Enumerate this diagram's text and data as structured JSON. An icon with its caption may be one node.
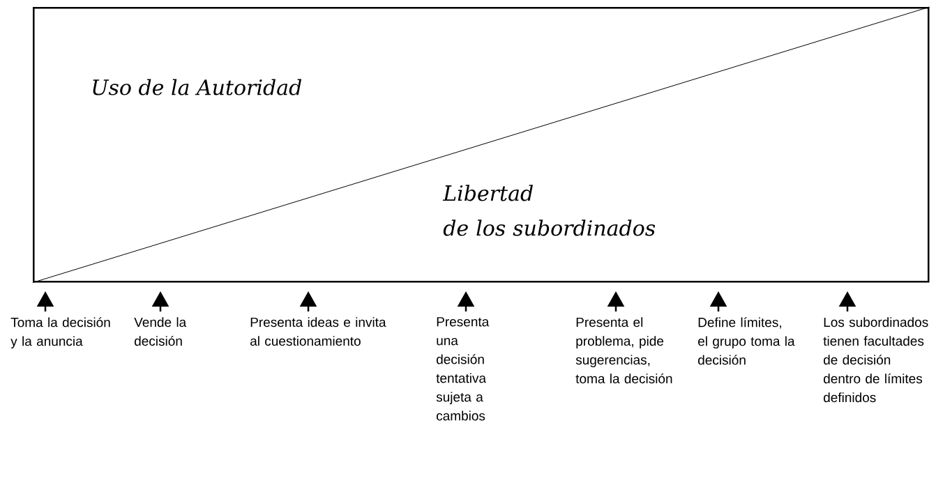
{
  "diagram": {
    "nodes": [
      {
        "text": [
          "Uso de la Autoridad",
          "Libertad de los subordinados"
        ]
      },
      {
        "text": [
          "Toma la decisión y la anuncia"
        ]
      },
      {
        "text": [
          "Vende la decisión"
        ]
      },
      {
        "text": [
          "Presenta ideas e invita al cuestionamiento"
        ]
      },
      {
        "text": [
          "Presenta una decisión tentativa sujeta a cambios"
        ]
      },
      {
        "text": [
          "Presenta el problema, pide sugerencias, toma la decisión"
        ]
      },
      {
        "text": [
          "Define límites, el grupo toma la decisión"
        ]
      },
      {
        "text": [
          "Los subordinados tienen facultades de decisión dentro de límites definidos"
        ]
      }
    ],
    "edges": [
      {
        "from": 1,
        "to": null,
        "arrow": "to"
      },
      {
        "from": 2,
        "to": null,
        "arrow": "to"
      },
      {
        "from": 3,
        "to": null,
        "arrow": "to"
      },
      {
        "from": 4,
        "to": null,
        "arrow": "to"
      },
      {
        "from": 5,
        "to": null,
        "arrow": "to"
      },
      {
        "from": 6,
        "to": null,
        "arrow": "to"
      },
      {
        "from": 7,
        "to": null,
        "arrow": "to"
      }
    ]
  }
}
